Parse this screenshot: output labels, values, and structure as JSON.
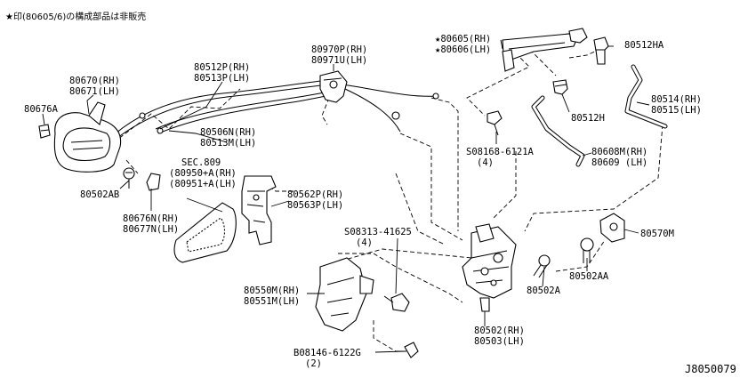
{
  "header_note": "★印(80605/6)の構成部品は非販売",
  "drawing_number": "J8050079",
  "callouts": {
    "p80670": [
      "80670(RH)",
      "80671(LH)"
    ],
    "p80676a": [
      "80676A"
    ],
    "p80512p": [
      "80512P(RH)",
      "80513P(LH)"
    ],
    "p80970p": [
      "80970P(RH)",
      "80971U(LH)"
    ],
    "p80605": [
      "★80605(RH)",
      "★80606(LH)"
    ],
    "p80512ha": [
      "80512HA"
    ],
    "p80506n": [
      "80506N(RH)",
      "80513M(LH)"
    ],
    "p80512h": [
      "80512H"
    ],
    "p80514": [
      "80514(RH)",
      "80515(LH)"
    ],
    "p08168": [
      "S08168-6121A",
      "(4)"
    ],
    "p80608m": [
      "80608M(RH)",
      "80609 (LH)"
    ],
    "p80502ab": [
      "80502AB"
    ],
    "sec809": [
      "SEC.809",
      "(80950+A(RH)",
      "(80951+A(LH)"
    ],
    "p80562p": [
      "80562P(RH)",
      "80563P(LH)"
    ],
    "p80676n": [
      "80676N(RH)",
      "80677N(LH)"
    ],
    "p08313": [
      "S08313-41625",
      "(4)"
    ],
    "p80570m": [
      "80570M"
    ],
    "p80502aa": [
      "80502AA"
    ],
    "p80502a": [
      "80502A"
    ],
    "p80550m": [
      "80550M(RH)",
      "80551M(LH)"
    ],
    "p80502": [
      "80502(RH)",
      "80503(LH)"
    ],
    "p08146": [
      "B08146-6122G",
      "(2)"
    ]
  }
}
